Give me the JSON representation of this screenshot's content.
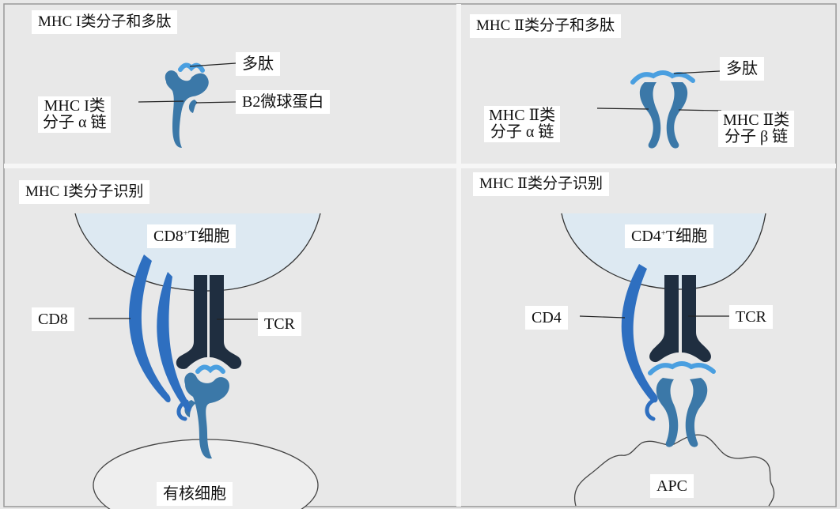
{
  "colors": {
    "background": "#e8e8e8",
    "mhc_blue": "#3b78a8",
    "peptide_blue": "#4a9fe0",
    "co_receptor_blue": "#2e6fc0",
    "tcr_dark": "#1f2e40",
    "cell_fill": "#dde9f2",
    "panel_frame": "#999999"
  },
  "panels": {
    "mhc1_molecule": {
      "title": "MHC I类分子和多肽",
      "peptide": "多肽",
      "alpha_chain": {
        "line1": "MHC I类",
        "line2": "分子 α 链"
      },
      "b2m": "B2微球蛋白"
    },
    "mhc2_molecule": {
      "title": "MHC Ⅱ类分子和多肽",
      "peptide": "多肽",
      "alpha_chain": {
        "line1": "MHC Ⅱ类",
        "line2": "分子 α 链"
      },
      "beta_chain": {
        "line1": "MHC Ⅱ类",
        "line2": "分子 β 链"
      }
    },
    "mhc1_recognition": {
      "title": "MHC I类分子识别",
      "t_cell": {
        "prefix": "CD8",
        "sup": "+",
        "suffix": "T细胞"
      },
      "coreceptor": "CD8",
      "tcr": "TCR",
      "target_cell": "有核细胞"
    },
    "mhc2_recognition": {
      "title": "MHC Ⅱ类分子识别",
      "t_cell": {
        "prefix": "CD4",
        "sup": "+",
        "suffix": "T细胞"
      },
      "coreceptor": "CD4",
      "tcr": "TCR",
      "target_cell": "APC"
    }
  }
}
